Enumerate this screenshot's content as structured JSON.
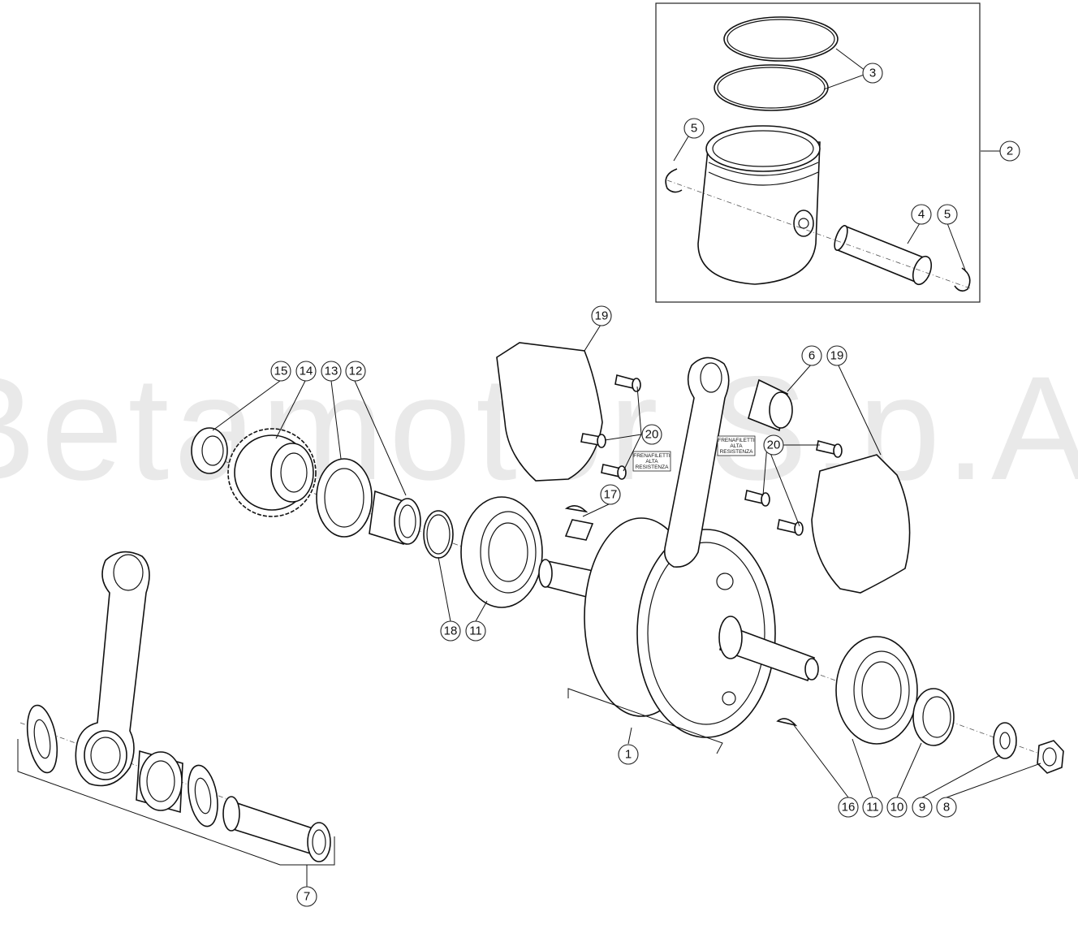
{
  "watermark": "Betamotor S.p.A.",
  "callouts": {
    "c1": "1",
    "c2": "2",
    "c3": "3",
    "c4": "4",
    "c5a": "5",
    "c5b": "5",
    "c6": "6",
    "c7": "7",
    "c8": "8",
    "c9": "9",
    "c10": "10",
    "c11a": "11",
    "c11b": "11",
    "c12": "12",
    "c13": "13",
    "c14": "14",
    "c15": "15",
    "c16": "16",
    "c17": "17",
    "c18": "18",
    "c19a": "19",
    "c19b": "19",
    "c20a": "20",
    "c20b": "20"
  },
  "notes": {
    "left": [
      "FRENAFILETTI",
      "ALTA",
      "RESISTENZA"
    ],
    "right": [
      "FRENAFILETTI",
      "ALTA",
      "RESISTENZA"
    ]
  }
}
